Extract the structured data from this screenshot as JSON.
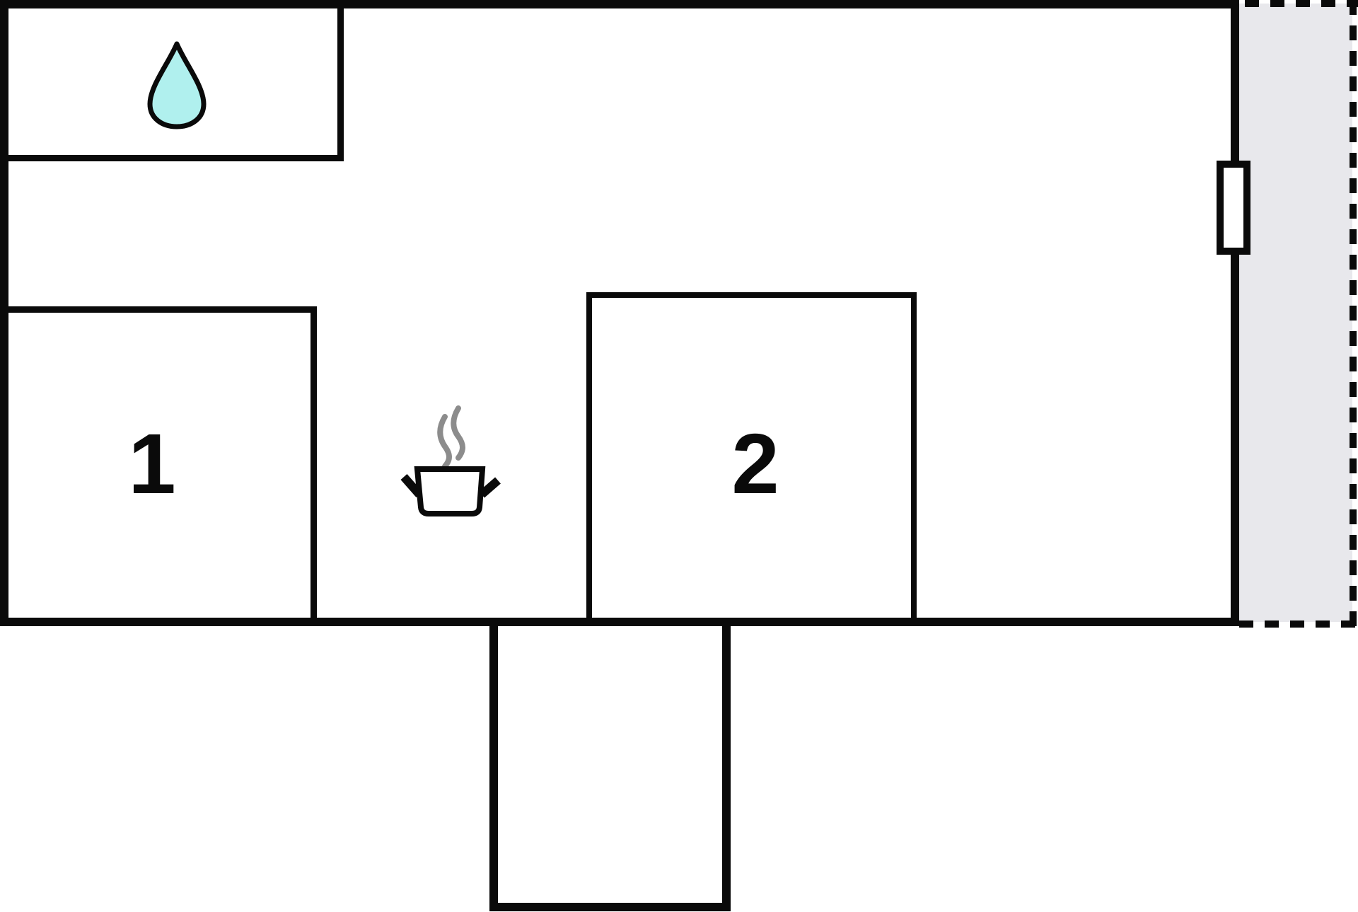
{
  "floor_plan": {
    "rooms": [
      {
        "name": "room-1",
        "label": "1"
      },
      {
        "name": "room-2",
        "label": "2"
      }
    ],
    "icons": [
      {
        "name": "water-drop-icon"
      },
      {
        "name": "steam-icon"
      },
      {
        "name": "cooking-pot-icon"
      },
      {
        "name": "window-marker"
      },
      {
        "name": "terrace-dashed-border"
      }
    ],
    "colors": {
      "wall": "#0a0a0a",
      "background": "#ffffff",
      "terrace": "#e8e8ec",
      "drop": "#b0f0ee",
      "steam": "#8c8c8c",
      "label": "#0a0a0a"
    }
  }
}
